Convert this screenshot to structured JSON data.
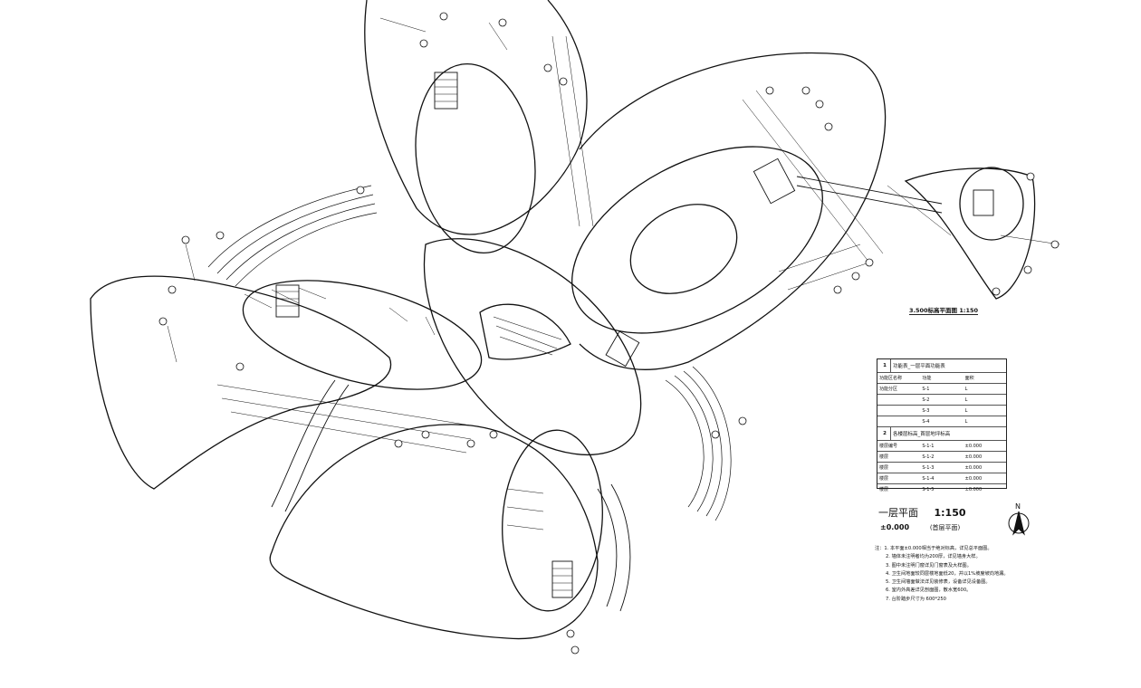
{
  "drawing": {
    "upper_plan_label": "3.500标高平面图 1:150",
    "plan_title": "一层平面",
    "plan_scale": "1:150",
    "elevation": "±0.000",
    "elevation_note": "(首层平面)",
    "north_label": "N"
  },
  "legend": {
    "section1_num": "1",
    "section1_title": "功能表_一层平面功能表",
    "section1_rows": [
      [
        "功能区名称",
        "功能",
        "面积"
      ],
      [
        "功能分区",
        "S-1",
        "L"
      ],
      [
        "",
        "S-2",
        "L"
      ],
      [
        "",
        "S-3",
        "L"
      ],
      [
        "",
        "S-4",
        "L"
      ]
    ],
    "section2_num": "2",
    "section2_title": "各楼层标高_首层地坪标高",
    "section2_rows": [
      [
        "楼层编号",
        "S-1-1",
        "±0.000"
      ],
      [
        "楼层",
        "S-1-2",
        "±0.000"
      ],
      [
        "楼层",
        "S-1-3",
        "±0.000"
      ],
      [
        "楼层",
        "S-1-4",
        "±0.000"
      ],
      [
        "楼层",
        "S-1-5",
        "±0.000"
      ]
    ]
  },
  "notes": [
    "注：1. 本平面±0.000相当于绝对标高，详见总平面图。",
    "2. 墙体未注明者均为200厚，详见墙身大样。",
    "3. 图中未注明门窗详见门窗表及大样图。",
    "4. 卫生间地面较同层楼地面低20，并以1%坡度坡向地漏。",
    "5. 卫生间墙面做法详见装修表，设备详见设备图。",
    "6. 室内外高差详见剖面图，散水宽600。",
    "7. 台阶踏步尺寸为 600*250"
  ]
}
